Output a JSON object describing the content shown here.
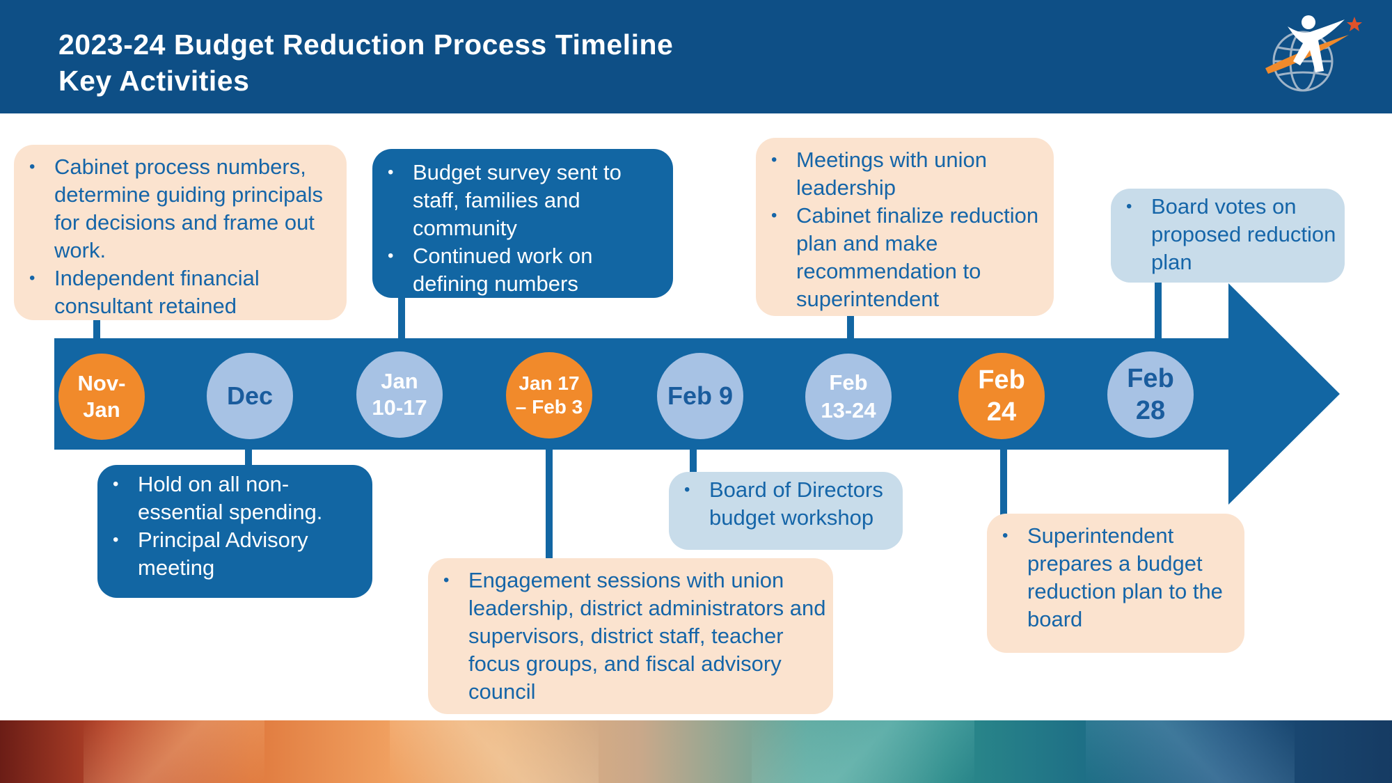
{
  "header": {
    "title_line1": "2023-24 Budget Reduction Process Timeline",
    "title_line2": "Key Activities",
    "logo_icon": "globe-runner-logo-icon"
  },
  "colors": {
    "header_bg": "#0e4f86",
    "arrow": "#1266a3",
    "orange_node": "#f18a2b",
    "blue_node": "#a7c2e4",
    "peach_box": "#fbe3cf",
    "dark_box": "#1266a3",
    "light_box": "#c8dcea"
  },
  "timeline": {
    "nodes": [
      {
        "line1": "Nov-",
        "line2": "Jan",
        "style": "orange"
      },
      {
        "line1": "Dec",
        "line2": "",
        "style": "blue"
      },
      {
        "line1": "Jan",
        "line2": "10-17",
        "style": "blue"
      },
      {
        "line1": "Jan 17",
        "line2": "– Feb 3",
        "style": "orange"
      },
      {
        "line1": "Feb 9",
        "line2": "",
        "style": "blue"
      },
      {
        "line1": "Feb",
        "line2": "13-24",
        "style": "blue"
      },
      {
        "line1": "Feb",
        "line2": "24",
        "style": "orange"
      },
      {
        "line1": "Feb",
        "line2": "28",
        "style": "blue"
      }
    ],
    "activities": [
      {
        "style": "peach",
        "items": [
          "Cabinet process numbers, determine guiding principals for decisions and frame out work.",
          "Independent financial consultant retained"
        ]
      },
      {
        "style": "dark",
        "items": [
          "Hold on all non-essential spending.",
          "Principal Advisory meeting"
        ]
      },
      {
        "style": "dark",
        "items": [
          "Budget survey sent to staff, families and community",
          "Continued work on defining numbers"
        ]
      },
      {
        "style": "peach",
        "items": [
          "Engagement sessions with union leadership, district administrators and supervisors, district staff, teacher focus groups, and fiscal advisory council"
        ]
      },
      {
        "style": "light",
        "items": [
          "Board of Directors budget workshop"
        ]
      },
      {
        "style": "peach",
        "items": [
          "Meetings with union leadership",
          "Cabinet finalize reduction plan and make recommendation to superintendent"
        ]
      },
      {
        "style": "peach",
        "items": [
          "Superintendent prepares a budget reduction plan to the board"
        ]
      },
      {
        "style": "light",
        "items": [
          "Board votes on proposed reduction plan"
        ]
      }
    ]
  }
}
